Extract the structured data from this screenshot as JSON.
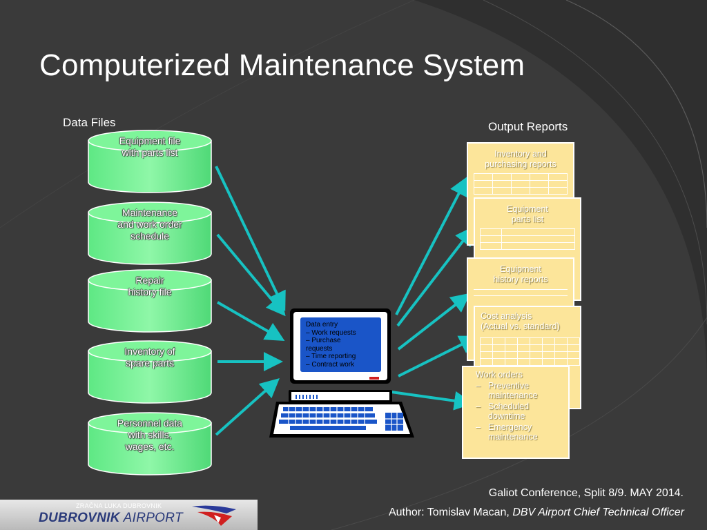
{
  "slide": {
    "title": "Computerized Maintenance System",
    "data_files_label": "Data Files",
    "output_reports_label": "Output Reports",
    "colors": {
      "background": "#3a3a3a",
      "drum": "#7ef59a",
      "report": "#fce59a",
      "arrow": "#17c2c2",
      "screen": "#1a55c8"
    }
  },
  "data_files": [
    {
      "label": [
        "Equipment file",
        "with parts list"
      ]
    },
    {
      "label": [
        "Maintenance",
        "and work order",
        "schedule"
      ]
    },
    {
      "label": [
        "Repair",
        "history file"
      ]
    },
    {
      "label": [
        "Inventory of",
        "spare parts"
      ]
    },
    {
      "label": [
        "Personnel data",
        "with skills,",
        "wages, etc."
      ]
    }
  ],
  "computer": {
    "screen_lines": [
      "Data entry",
      "– Work requests",
      "– Purchase",
      "   requests",
      "– Time reporting",
      "– Contract work"
    ]
  },
  "reports": [
    {
      "label": [
        "Inventory and",
        "purchasing reports"
      ]
    },
    {
      "label": [
        "Equipment",
        "parts list"
      ]
    },
    {
      "label": [
        "Equipment",
        "history reports"
      ]
    },
    {
      "label": [
        "Cost analysis",
        "(Actual vs. standard)"
      ]
    },
    {
      "label": [
        "Work orders"
      ],
      "items": [
        "Preventive",
        "maintenance",
        "Scheduled",
        "downtime",
        "Emergency",
        "maintenance"
      ]
    }
  ],
  "footer": {
    "conference": "Galiot Conference, Split 8/9. MAY 2014.",
    "author_prefix": "Author: Tomislav Macan, ",
    "author_role": "DBV Airport Chief Technical Officer"
  },
  "logo": {
    "small_text": "ZRAČNA LUKA DUBROVNIK",
    "big_text_a": "DUBROVNIK",
    "big_text_b": " AIRPORT"
  }
}
